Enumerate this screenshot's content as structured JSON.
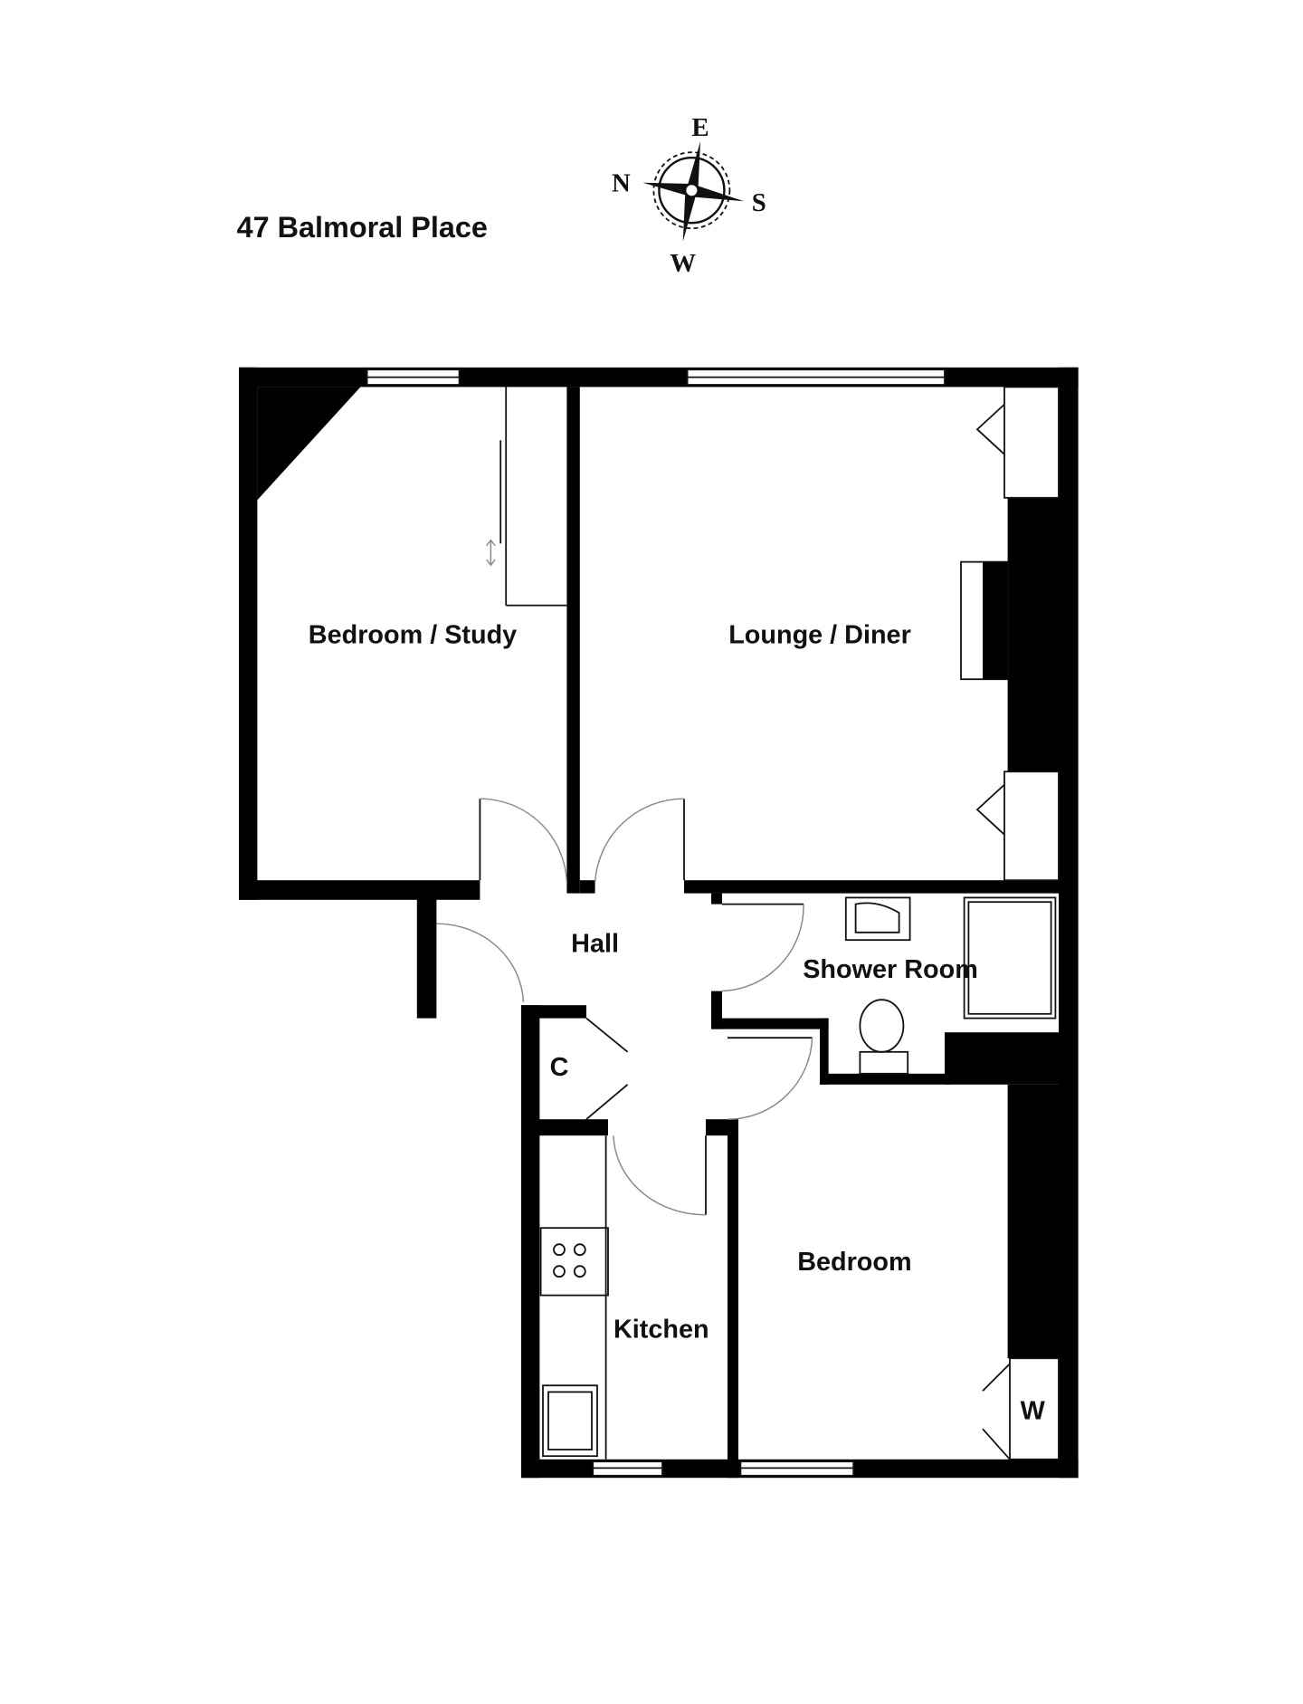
{
  "title": "47 Balmoral Place",
  "compass": {
    "north": "N",
    "east": "E",
    "south": "S",
    "west": "W"
  },
  "rooms": {
    "bedroom_study": "Bedroom / Study",
    "lounge_diner": "Lounge / Diner",
    "hall": "Hall",
    "shower_room": "Shower Room",
    "cupboard": "C",
    "kitchen": "Kitchen",
    "bedroom": "Bedroom",
    "wardrobe": "W"
  },
  "colors": {
    "wall": "#000000",
    "background": "#ffffff"
  }
}
